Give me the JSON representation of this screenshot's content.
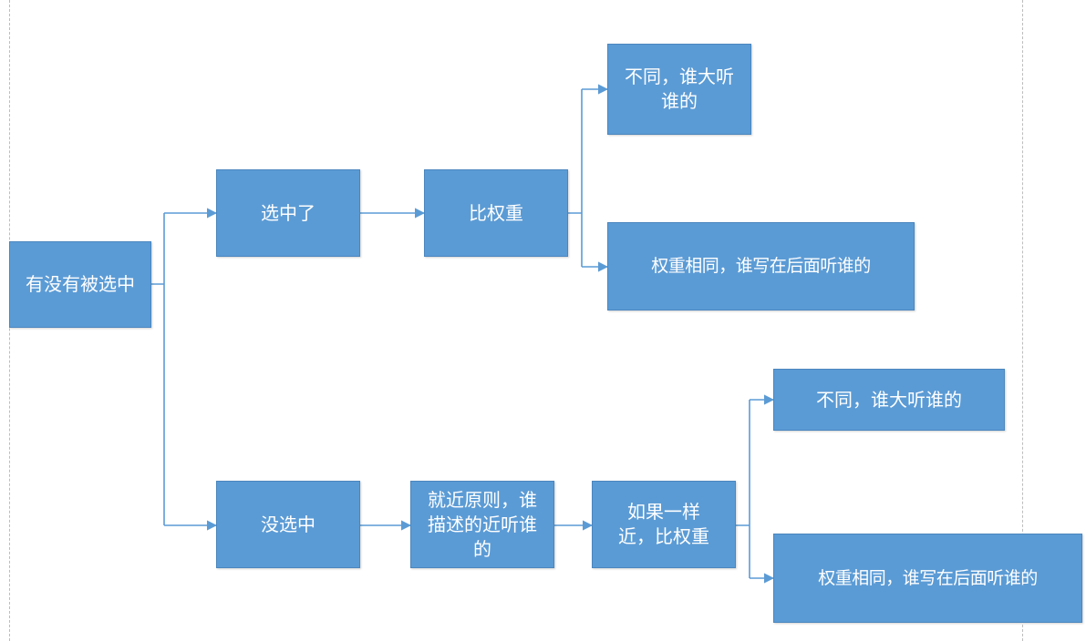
{
  "nodes": {
    "root": "有没有被选中",
    "selected": "选中了",
    "compare_weight": "比权重",
    "diff_larger_1": "不同，谁大听谁的",
    "same_later_1": "权重相同，谁写在后面听谁的",
    "not_selected": "没选中",
    "proximity": "就近原则，谁描述的近听谁的",
    "if_same_distance": "如果一样近，比权重",
    "diff_larger_2": "不同，谁大听谁的",
    "same_later_2": "权重相同，谁写在后面听谁的"
  },
  "colors": {
    "node_fill": "#5b9bd5",
    "node_border": "#4a86bf",
    "connector": "#5b9bd5",
    "text": "#ffffff"
  }
}
